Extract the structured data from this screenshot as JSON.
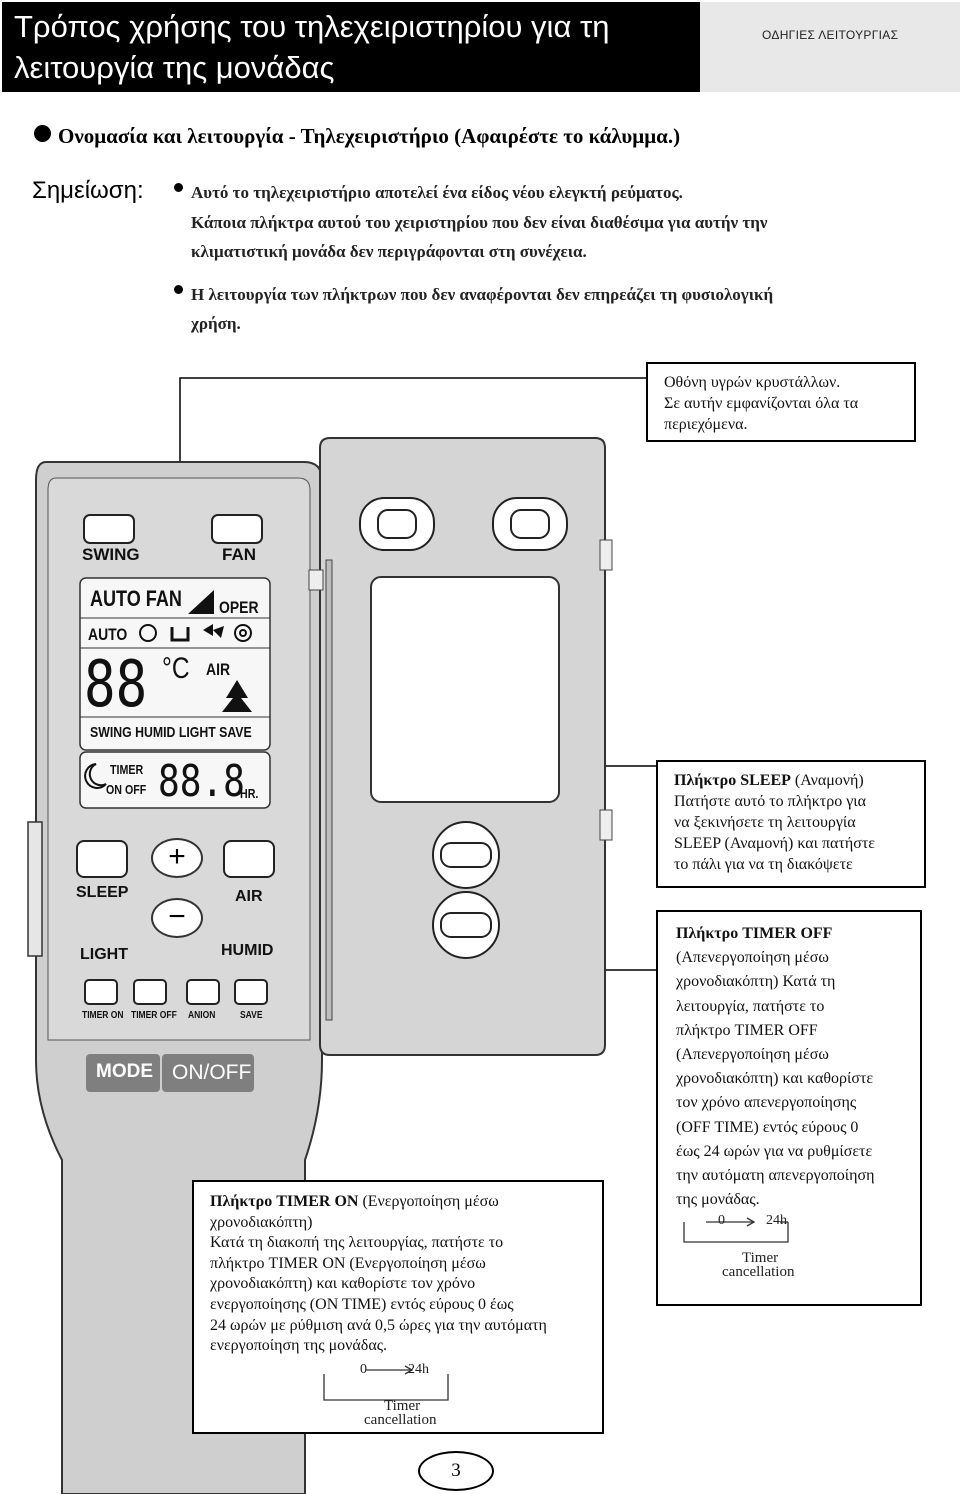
{
  "header": {
    "title": "Τρόπος χρήσης του τηλεχειριστηρίου για τη\nλειτουργία της μονάδας",
    "section": "ΟΔΗΓΙΕΣ ΛΕΙΤΟΥΡΓΙΑΣ"
  },
  "heading": "Ονομασία και λειτουργία - Τηλεχειριστήριο (Αφαιρέστε το κάλυμμα.)",
  "note": {
    "label": "Σημείωση:",
    "bullet1_line1": "Αυτό το τηλεχειριστήριο αποτελεί ένα είδος νέου ελεγκτή ρεύματος.",
    "bullet1_line2": "Κάποια πλήκτρα αυτού του χειριστηρίου που δεν είναι διαθέσιμα για αυτήν την",
    "bullet1_line3": "κλιματιστική μονάδα δεν περιγράφονται στη συνέχεια.",
    "bullet2_line1": "Η λειτουργία των πλήκτρων που δεν αναφέρονται δεν επηρεάζει τη φυσιολογική",
    "bullet2_line2": "χρήση."
  },
  "callouts": {
    "lcd": {
      "line1": "Οθόνη υγρών κρυστάλλων.",
      "line2": "Σε αυτήν εμφανίζονται όλα τα",
      "line3": "περιεχόμενα."
    },
    "sleep": {
      "title": "Πλήκτρο SLEEP",
      "title_rest": " (Αναμονή)",
      "line1": "Πατήστε αυτό το πλήκτρο για",
      "line2": "να ξεκινήσετε τη λειτουργία",
      "line3": "SLEEP (Αναμονή) και πατήστε",
      "line4": "το πάλι για να τη διακόψετε"
    },
    "timer_off": {
      "title": "Πλήκτρο TIMER OFF",
      "lines": [
        "(Απενεργοποίηση μέσω",
        "χρονοδιακόπτη) Κατά τη",
        "λειτουργία, πατήστε το",
        "πλήκτρο TIMER OFF",
        "(Απενεργοποίηση μέσω",
        "χρονοδιακόπτη) και καθορίστε",
        "τον χρόνο απενεργοποίησης",
        "(OFF TIME) εντός εύρους 0",
        "έως 24 ωρών για να ρυθμίσετε",
        "την αυτόματη απενεργοποίηση",
        "της μονάδας."
      ]
    },
    "timer_on": {
      "title": "Πλήκτρο TIMER ON",
      "title_rest": " (Ενεργοποίηση μέσω",
      "lines": [
        "χρονοδιακόπτη)",
        "Κατά τη διακοπή της λειτουργίας, πατήστε το",
        "πλήκτρο TIMER ON (Ενεργοποίηση μέσω",
        "χρονοδιακόπτη) και καθορίστε τον χρόνο",
        "ενεργοποίησης (ON TIME) εντός εύρους 0 έως",
        "24 ωρών με ρύθμιση ανά 0,5 ώρες για την αυτόματη",
        "ενεργοποίηση της μονάδας."
      ]
    }
  },
  "timer_diagram": {
    "start": "0",
    "end": "24h",
    "label1": "Timer",
    "label2": "cancellation"
  },
  "remote": {
    "swing": "SWING",
    "fan": "FAN",
    "lcd_auto_fan": "AUTO FAN",
    "lcd_oper": "OPER",
    "lcd_auto": "AUTO",
    "lcd_digits": "88",
    "lcd_deg": "°C",
    "lcd_air": "AIR",
    "lcd_row": "SWING HUMID LIGHT SAVE",
    "lcd_timer": "TIMER",
    "lcd_onoff": "ON OFF",
    "lcd_time": "88.8",
    "lcd_hr": "HR.",
    "sleep": "SLEEP",
    "air": "AIR",
    "light": "LIGHT",
    "humid": "HUMID",
    "timer_on": "TIMER ON",
    "timer_off": "TIMER OFF",
    "anion": "ANION",
    "save": "SAVE",
    "mode": "MODE",
    "onoff": "ON/OFF"
  },
  "page_number": "3"
}
